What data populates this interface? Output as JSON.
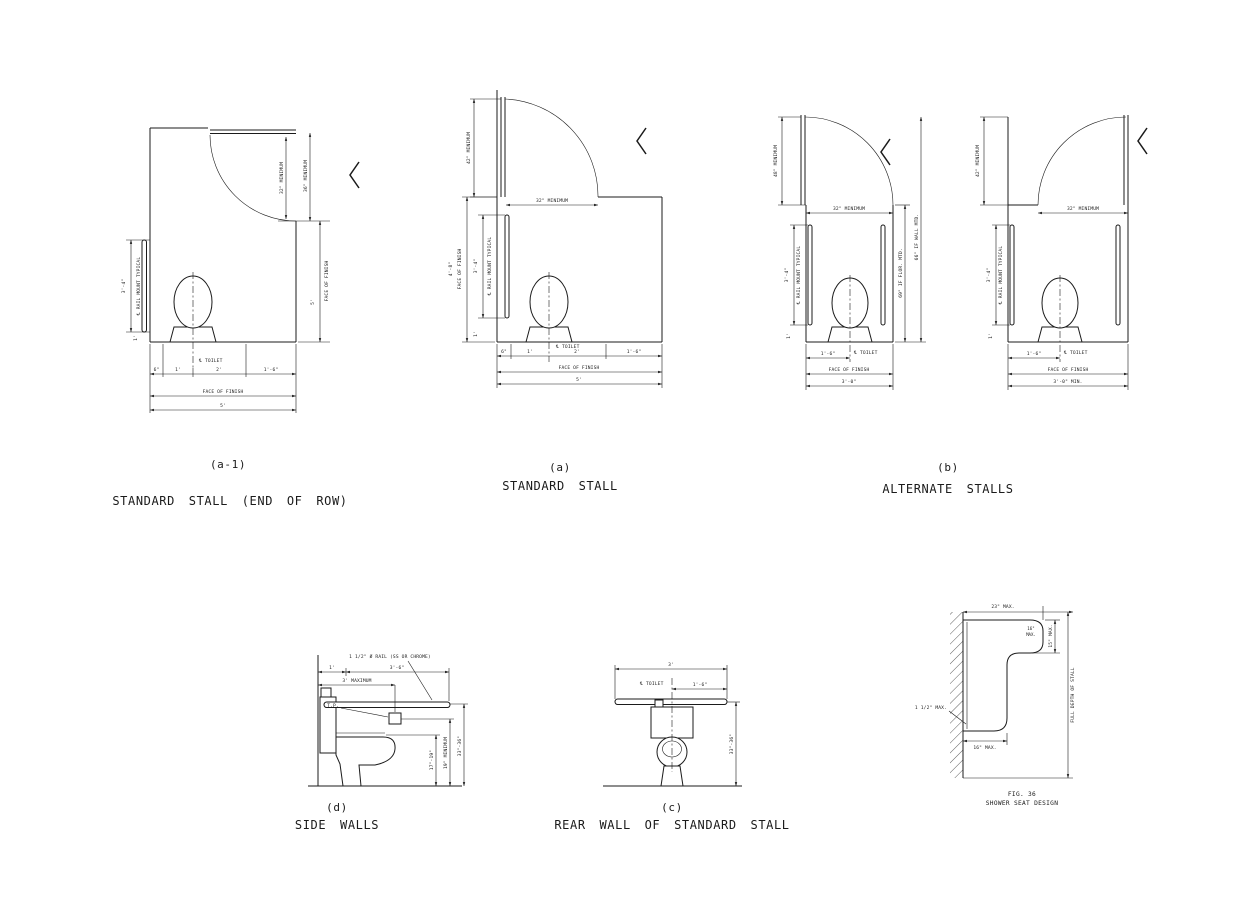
{
  "page": {
    "background": "#ffffff",
    "ink": "#1b1b1b"
  },
  "panels": {
    "a1": {
      "tag": "(a-1)",
      "title": "STANDARD STALL (END OF ROW)",
      "dims": {
        "door": "32\" MINIMUM",
        "gap": "36\" MINIMUM",
        "face_right": "FACE OF FINISH",
        "depth": "5'",
        "rail_length": "3'-4\"",
        "rail_note": "℄ RAIL MOUNT TYPICAL",
        "rail_offset": "1'",
        "toilet_cl": "℄ TOILET",
        "b1": "6\"",
        "b2": "1'",
        "b3": "2'",
        "b4": "1'-6\"",
        "face_bottom": "FACE OF FINISH",
        "width": "5'"
      }
    },
    "a": {
      "tag": "(a)",
      "title": "STANDARD STALL",
      "dims": {
        "approach": "42\" MINIMUM",
        "door": "32\" MINIMUM",
        "face_left": "FACE OF FINISH",
        "depth": "4'-8\"",
        "rail_length": "3'-4\"",
        "rail_note": "℄ RAIL MOUNT TYPICAL",
        "rail_offset": "1'",
        "toilet_cl": "℄ TOILET",
        "b1": "6\"",
        "b2": "1'",
        "b3": "2'",
        "b4": "1'-6\"",
        "face_bottom": "FACE OF FINISH",
        "width": "5'"
      }
    },
    "b": {
      "tag": "(b)",
      "title": "ALTERNATE STALLS",
      "left": {
        "approach": "48\" MINIMUM",
        "door": "32\" MINIMUM",
        "rail_length": "3'-4\"",
        "rail_note": "℄ RAIL MOUNT TYPICAL",
        "rail_offset": "1'",
        "depth_floor": "69\" IF FLOR. MTD.",
        "depth_wall": "66\" IF WALL MTD.",
        "toilet_off": "1'-6\"",
        "toilet_cl": "℄ TOILET",
        "face_bottom": "FACE OF FINISH",
        "width": "3'-0\""
      },
      "right": {
        "approach": "42\" MINIMUM",
        "door": "32\" MINIMUM",
        "rail_length": "3'-4\"",
        "rail_note": "℄ RAIL MOUNT TYPICAL",
        "rail_offset": "1'",
        "toilet_off": "1'-6\"",
        "toilet_cl": "℄ TOILET",
        "face_bottom": "FACE OF FINISH",
        "width": "3'-0\" MIN."
      }
    },
    "d": {
      "tag": "(d)",
      "title": "SIDE WALLS",
      "dims": {
        "rail_note": "1 1/2\" Ø RAIL (SS OR CHROME)",
        "off": "1'",
        "length": "3'-6\"",
        "tp_max": "3' MAXIMUM",
        "tp": "T.P.",
        "seat_h": "17\"-19\"",
        "disp_h": "19\" MINIMUM",
        "rail_h": "33\"-36\""
      }
    },
    "c": {
      "tag": "(c)",
      "title": "REAR WALL OF STANDARD STALL",
      "dims": {
        "length": "3'",
        "toilet_cl": "℄ TOILET",
        "cl_off": "1'-6\"",
        "rail_h": "33\"-36\""
      }
    },
    "shower": {
      "fig": "FIG. 36",
      "title": "SHOWER SEAT DESIGN",
      "dims": {
        "top": "23\" MAX.",
        "small_1": "16\"",
        "small_2": "MAX.",
        "side_short": "15\" MAX.",
        "side_long": "FULL DEPTH OF STALL",
        "gap": "1 1/2\" MAX.",
        "bottom": "16\" MAX."
      }
    }
  }
}
